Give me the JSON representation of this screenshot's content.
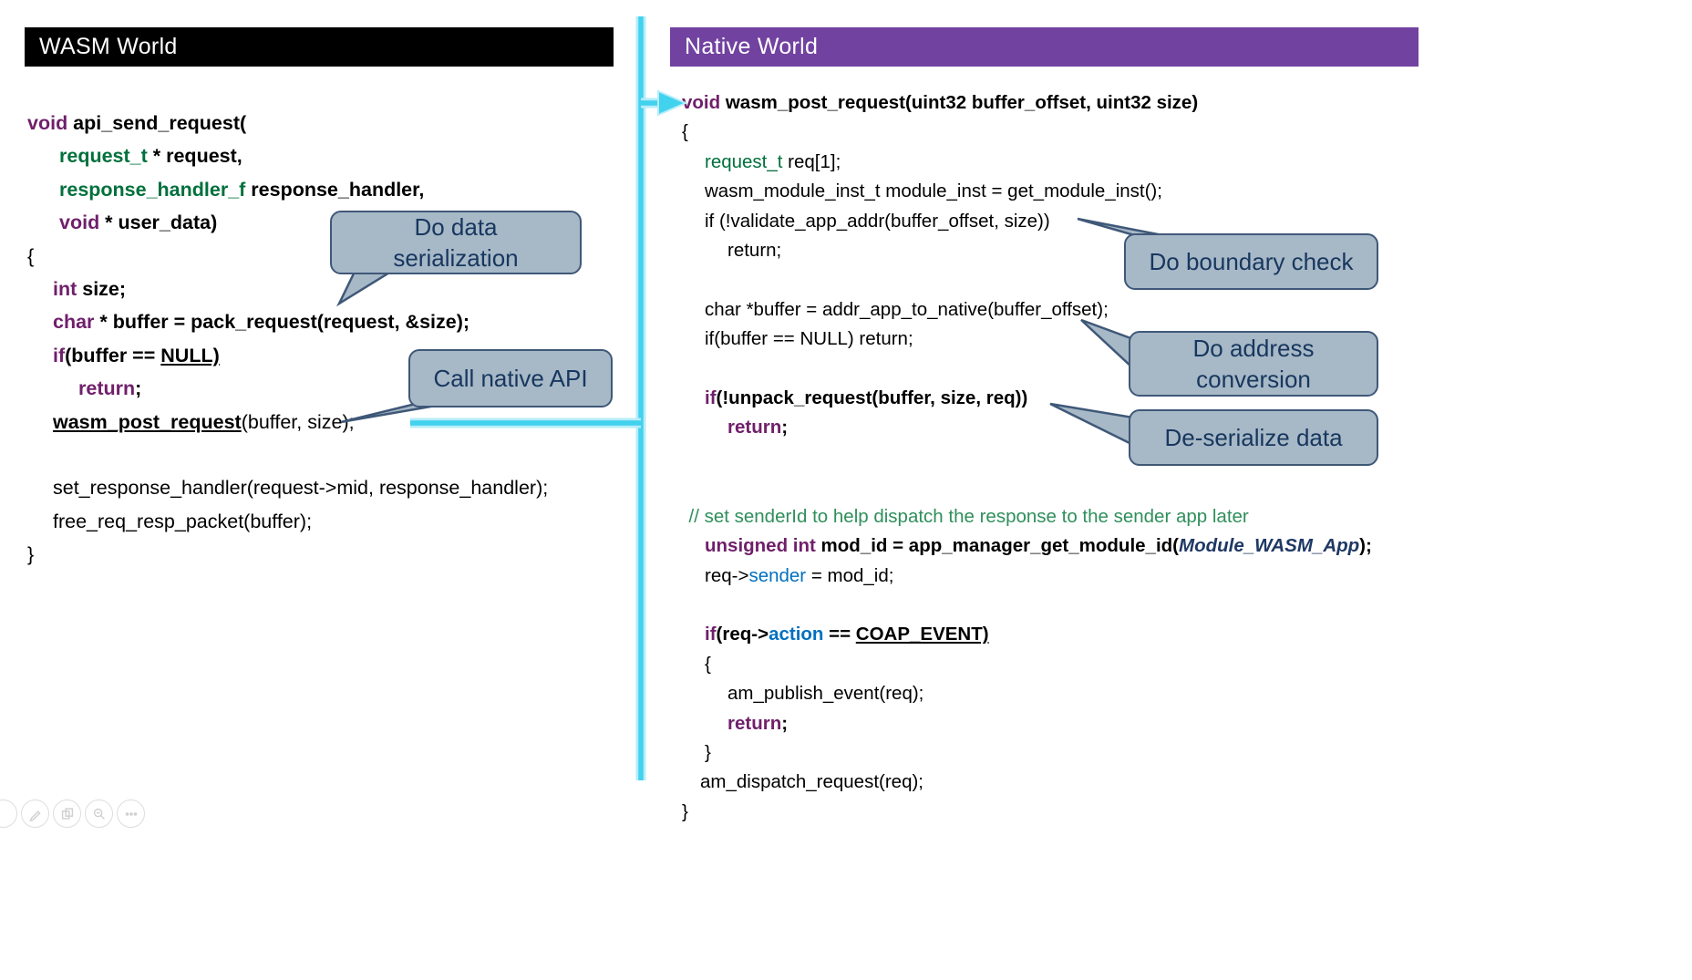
{
  "colors": {
    "kw": "#701f6b",
    "type": "#00703c",
    "comment": "#2f8f5b",
    "blue": "#0070c0",
    "navy": "#1f3864",
    "arrow": "#41d2ee",
    "arrow_halo": "#b7ecf9",
    "callout_fill": "#a7b8c7",
    "callout_border": "#3f5878",
    "callout_text": "#17375e",
    "header_left_bg": "#000000",
    "header_right_bg": "#7242a0"
  },
  "left_panel": {
    "header": "WASM World",
    "code": [
      {
        "i": 0,
        "seg": [
          {
            "t": "void ",
            "s": "kw"
          },
          {
            "t": "api_send_request(",
            "s": "b"
          }
        ]
      },
      {
        "i": 1.25,
        "seg": [
          {
            "t": "request_t ",
            "s": "type"
          },
          {
            "t": "* request,",
            "s": "b"
          }
        ]
      },
      {
        "i": 1.25,
        "seg": [
          {
            "t": "response_handler_f ",
            "s": "type"
          },
          {
            "t": "response_handler,",
            "s": "b"
          }
        ]
      },
      {
        "i": 1.25,
        "seg": [
          {
            "t": "void ",
            "s": "kw"
          },
          {
            "t": "* user_data)",
            "s": "b"
          }
        ]
      },
      {
        "i": 0,
        "seg": [
          {
            "t": "{",
            "s": "r"
          }
        ]
      },
      {
        "i": 1,
        "seg": [
          {
            "t": "int ",
            "s": "kw"
          },
          {
            "t": "size;",
            "s": "b"
          }
        ]
      },
      {
        "i": 1,
        "seg": [
          {
            "t": "char ",
            "s": "kw"
          },
          {
            "t": "* buffer = pack_request(request, &size);",
            "s": "b"
          }
        ]
      },
      {
        "i": 1,
        "seg": [
          {
            "t": "if",
            "s": "kw"
          },
          {
            "t": "(buffer == ",
            "s": "b"
          },
          {
            "t": "NULL)",
            "s": "bu"
          }
        ]
      },
      {
        "i": 2,
        "seg": [
          {
            "t": "return",
            "s": "kw"
          },
          {
            "t": ";",
            "s": "b"
          }
        ]
      },
      {
        "i": 1,
        "seg": [
          {
            "t": "wasm_post_request",
            "s": "bu"
          },
          {
            "t": "(buffer, size);",
            "s": "r"
          }
        ]
      },
      {
        "i": 0,
        "seg": []
      },
      {
        "i": 1,
        "seg": [
          {
            "t": "set_response_handler(request->mid, response_handler);",
            "s": "r"
          }
        ]
      },
      {
        "i": 1,
        "seg": [
          {
            "t": "free_req_resp_packet(buffer);",
            "s": "r"
          }
        ]
      },
      {
        "i": 0,
        "seg": [
          {
            "t": "}",
            "s": "r"
          }
        ]
      }
    ]
  },
  "right_panel": {
    "header": "Native World",
    "code": [
      {
        "i": 0,
        "seg": [
          {
            "t": "void ",
            "s": "kw"
          },
          {
            "t": "wasm_post_request(uint32 buffer_offset, uint32 size)",
            "s": "b"
          }
        ]
      },
      {
        "i": 0,
        "seg": [
          {
            "t": "{",
            "s": "r"
          }
        ]
      },
      {
        "i": 1,
        "seg": [
          {
            "t": "request_t ",
            "s": "typer"
          },
          {
            "t": "req[1];",
            "s": "r"
          }
        ]
      },
      {
        "i": 1,
        "seg": [
          {
            "t": "wasm_module_inst_t module_inst = get_module_inst();",
            "s": "r"
          }
        ]
      },
      {
        "i": 1,
        "seg": [
          {
            "t": "if (!validate_app_addr(buffer_offset, size))",
            "s": "r"
          }
        ]
      },
      {
        "i": 2,
        "seg": [
          {
            "t": "return;",
            "s": "r"
          }
        ]
      },
      {
        "i": 0,
        "seg": []
      },
      {
        "i": 1,
        "seg": [
          {
            "t": "char *buffer = addr_app_to_native(buffer_offset);",
            "s": "r"
          }
        ]
      },
      {
        "i": 1,
        "seg": [
          {
            "t": "if(buffer == NULL) return;",
            "s": "r"
          }
        ]
      },
      {
        "i": 0,
        "seg": []
      },
      {
        "i": 1,
        "seg": [
          {
            "t": "if",
            "s": "kw"
          },
          {
            "t": "(!unpack_request(buffer, size, req))",
            "s": "b"
          }
        ]
      },
      {
        "i": 2,
        "seg": [
          {
            "t": "return",
            "s": "kw"
          },
          {
            "t": ";",
            "s": "b"
          }
        ]
      },
      {
        "i": 0,
        "seg": []
      },
      {
        "i": 0,
        "seg": []
      },
      {
        "i": 0.3,
        "seg": [
          {
            "t": "// set senderId to help dispatch the response to the sender app later",
            "s": "c"
          }
        ]
      },
      {
        "i": 1,
        "seg": [
          {
            "t": "unsigned int ",
            "s": "kw"
          },
          {
            "t": "mod_id = app_manager_get_module_id(",
            "s": "b"
          },
          {
            "t": "Module_WASM_App",
            "s": "navy"
          },
          {
            "t": ");",
            "s": "b"
          }
        ]
      },
      {
        "i": 1,
        "seg": [
          {
            "t": "req->",
            "s": "r"
          },
          {
            "t": "sender",
            "s": "blue"
          },
          {
            "t": " = mod_id;",
            "s": "r"
          }
        ]
      },
      {
        "i": 0,
        "seg": []
      },
      {
        "i": 1,
        "seg": [
          {
            "t": "if",
            "s": "kw"
          },
          {
            "t": "(req->",
            "s": "b"
          },
          {
            "t": "action",
            "s": "blueb"
          },
          {
            "t": " == ",
            "s": "b"
          },
          {
            "t": "COAP_EVENT)",
            "s": "bu"
          }
        ]
      },
      {
        "i": 1,
        "seg": [
          {
            "t": "{",
            "s": "r"
          }
        ]
      },
      {
        "i": 2,
        "seg": [
          {
            "t": "am_publish_event(req);",
            "s": "r"
          }
        ]
      },
      {
        "i": 2,
        "seg": [
          {
            "t": "return",
            "s": "kw"
          },
          {
            "t": ";",
            "s": "b"
          }
        ]
      },
      {
        "i": 1,
        "seg": [
          {
            "t": "}",
            "s": "r"
          }
        ]
      },
      {
        "i": 0.8,
        "seg": [
          {
            "t": "am_dispatch_request(req);",
            "s": "r"
          }
        ]
      },
      {
        "i": 0,
        "seg": [
          {
            "t": "}",
            "s": "r"
          }
        ]
      }
    ]
  },
  "callouts": [
    {
      "id": "do-data-serialization",
      "text": "Do data\nserialization"
    },
    {
      "id": "call-native-api",
      "text": "Call native API"
    },
    {
      "id": "do-boundary-check",
      "text": "Do boundary check"
    },
    {
      "id": "do-address-conversion",
      "text": "Do address\nconversion"
    },
    {
      "id": "de-serialize-data",
      "text": "De-serialize data"
    }
  ],
  "toolbar": {
    "icons": [
      "edge-button",
      "pencil-icon",
      "pages-icon",
      "zoom-icon",
      "more-icon"
    ]
  }
}
